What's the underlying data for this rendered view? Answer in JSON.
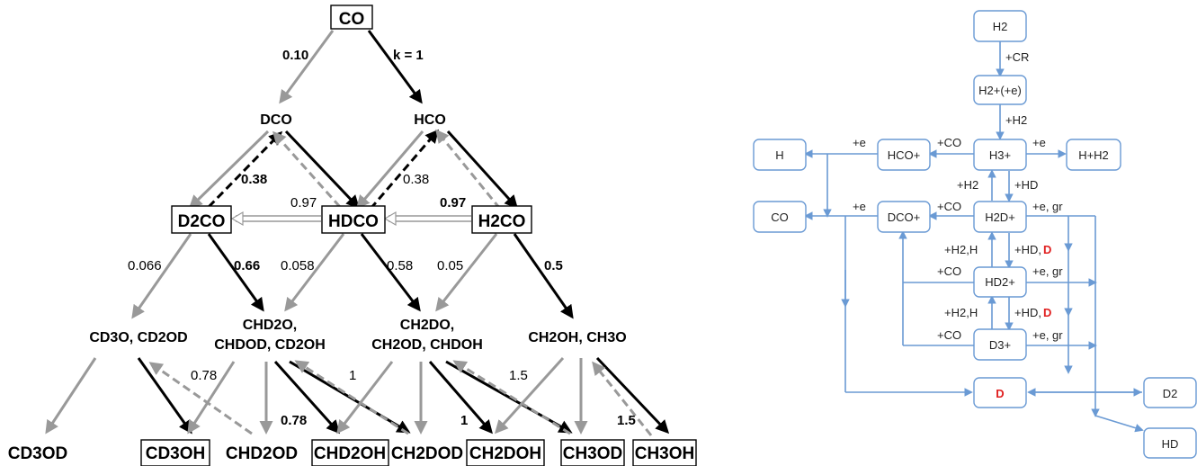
{
  "left": {
    "species": {
      "CO": "CO",
      "DCO": "DCO",
      "HCO": "HCO",
      "D2CO": "D2CO",
      "HDCO": "HDCO",
      "H2CO": "H2CO",
      "int1": "CD3O, CD2OD",
      "int2a": "CHD2O,",
      "int2b": "CHDOD, CD2OH",
      "int3a": "CH2DO,",
      "int3b": "CH2OD, CHDOH",
      "int4": "CH2OH, CH3O",
      "p1": "CD3OD",
      "p2": "CD3OH",
      "p3": "CHD2OD",
      "p4": "CHD2OH",
      "p5": "CH2DOD",
      "p6": "CH2DOH",
      "p7": "CH3OD",
      "p8": "CH3OH"
    },
    "rates": {
      "r_co_dco": "0.10",
      "r_co_hco": "k = 1",
      "r_038_bold": "0.38",
      "r_097": "0.97",
      "r_038": "0.38",
      "r_097_bold": "0.97",
      "r_0066": "0.066",
      "r_066": "0.66",
      "r_0058": "0.058",
      "r_058": "0.58",
      "r_005": "0.05",
      "r_05": "0.5",
      "r_078": "0.78",
      "r_1": "1",
      "r_15": "1.5",
      "r_078_bold": "0.78",
      "r_1_bold": "1",
      "r_15_bold": "1.5"
    }
  },
  "right": {
    "nodes": {
      "H2": "H2",
      "H2p": "H2+(+e)",
      "H3p": "H3+",
      "HHH2": "H+H2",
      "HCOp": "HCO+",
      "H": "H",
      "CO": "CO",
      "DCOp": "DCO+",
      "H2Dp": "H2D+",
      "HD2p": "HD2+",
      "D3p": "D3+",
      "D": "D",
      "D2": "D2",
      "HD": "HD"
    },
    "labels": {
      "cr": "+CR",
      "h2_a": "+H2",
      "e1": "+e",
      "co1": "+CO",
      "e2": "+e",
      "h2_b": "+H2",
      "hd_a": "+HD",
      "e3": "+e",
      "co2": "+CO",
      "egr1": "+e, gr",
      "h2h_a": "+H2,H",
      "hd_b": "+HD,",
      "d_red1": "D",
      "co3": "+CO",
      "egr2": "+e, gr",
      "h2h_b": "+H2,H",
      "hd_c": "+HD,",
      "d_red2": "D",
      "co4": "+CO",
      "egr3": "+e, gr"
    }
  }
}
